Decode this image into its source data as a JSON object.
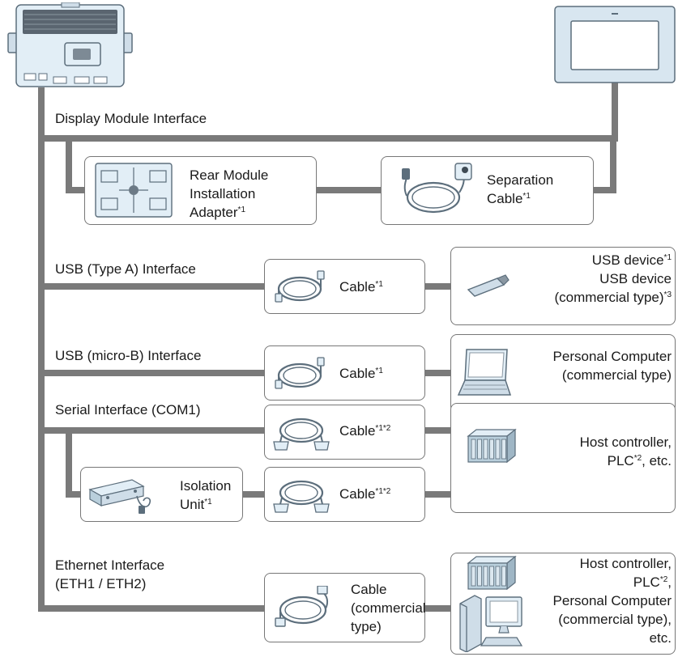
{
  "colors": {
    "wire": "#7a7a7a",
    "device_fill": "#e2eef6",
    "device_stroke": "#5c6e7c",
    "plc_fill": "#b9cfdc"
  },
  "interfaces": {
    "display": "Display Module Interface",
    "usb_a": "USB (Type A) Interface",
    "usb_micro": "USB (micro-B) Interface",
    "serial": "Serial Interface (COM1)",
    "ethernet_1": "Ethernet Interface",
    "ethernet_2": "(ETH1 / ETH2)"
  },
  "rear_adapter": {
    "line1": "Rear Module",
    "line2": "Installation",
    "line3": "Adapter",
    "note": "*1"
  },
  "separation_cable": {
    "line1": "Separation",
    "line2": "Cable",
    "note": "*1"
  },
  "usb_a_cable": {
    "label": "Cable",
    "note": "*1"
  },
  "usb_device": {
    "line1": "USB device",
    "note1": "*1",
    "line2": "USB device",
    "line3": "(commercial type)",
    "note3": "*3"
  },
  "usb_micro_cable": {
    "label": "Cable",
    "note": "*1"
  },
  "personal_computer": {
    "line1": "Personal Computer",
    "line2": "(commercial type)"
  },
  "serial_cable": {
    "label": "Cable",
    "note": "*1*2"
  },
  "isolation_unit": {
    "line1": "Isolation",
    "line2": "Unit",
    "note": "*1"
  },
  "isolation_cable": {
    "label": "Cable",
    "note": "*1*2"
  },
  "host_serial": {
    "line1": "Host controller,",
    "line2a": "PLC",
    "note": "*2",
    "line2b": ", etc."
  },
  "ethernet_cable": {
    "line1": "Cable",
    "line2": "(commercial",
    "line3": "type)"
  },
  "host_ethernet": {
    "line1": "Host controller,",
    "line2a": "PLC",
    "note": "*2",
    "line2b": ",",
    "line3": "Personal Computer",
    "line4": "(commercial type),",
    "line5": "etc."
  }
}
